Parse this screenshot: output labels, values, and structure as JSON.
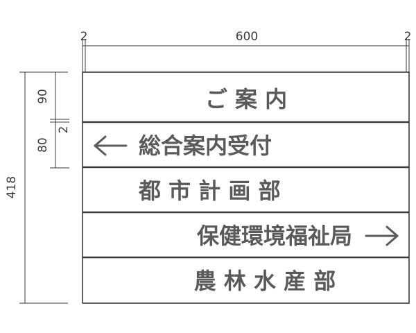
{
  "dimensions": {
    "left_margin": "2",
    "width": "600",
    "right_margin": "2",
    "total_height": "418",
    "header_height": "90",
    "gap": "2",
    "row_height": "80"
  },
  "sign": {
    "rows": [
      {
        "text": "ご 案 内",
        "arrow": "none"
      },
      {
        "text": "総合案内受付",
        "arrow": "left"
      },
      {
        "text": "都 市 計 画 部",
        "arrow": "none"
      },
      {
        "text": "保健環境福祉局",
        "arrow": "right"
      },
      {
        "text": "農 林 水 産 部",
        "arrow": "none"
      }
    ]
  },
  "icons": {
    "left": "arrow-left-icon",
    "right": "arrow-right-icon"
  }
}
